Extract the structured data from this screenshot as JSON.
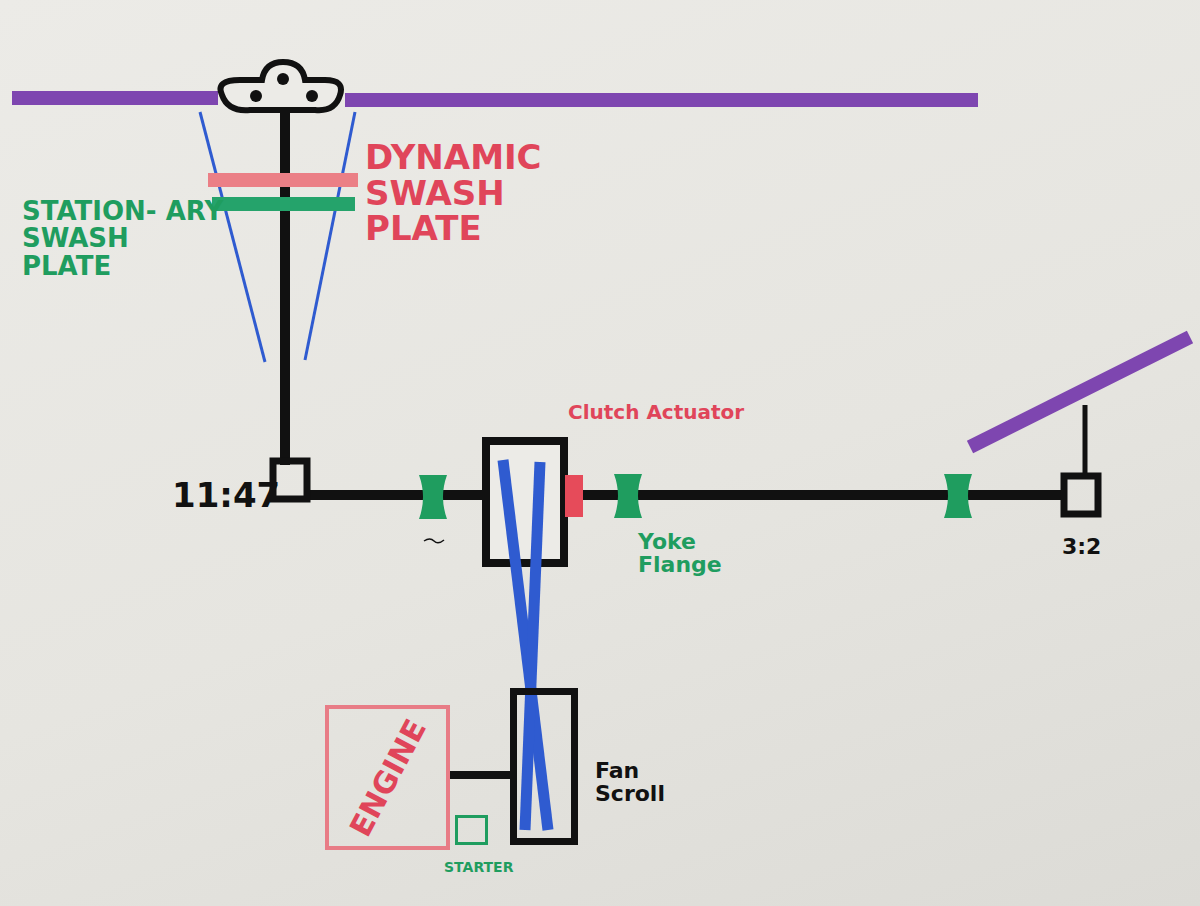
{
  "diagram": {
    "nodes": [
      {
        "text": [
          "ENGINE"
        ]
      },
      {
        "text": [
          "STARTER"
        ]
      },
      {
        "text": [
          "Fan Scroll"
        ]
      }
    ],
    "edges": [
      {
        "from": 0,
        "to": 2,
        "arrow": "none"
      }
    ],
    "labels": [
      "DYNAMIC SWASH PLATE",
      "STATION- ARY SWASH PLATE",
      "Clutch Actuator",
      "Yoke Flange",
      "11:47",
      "3:2"
    ]
  }
}
